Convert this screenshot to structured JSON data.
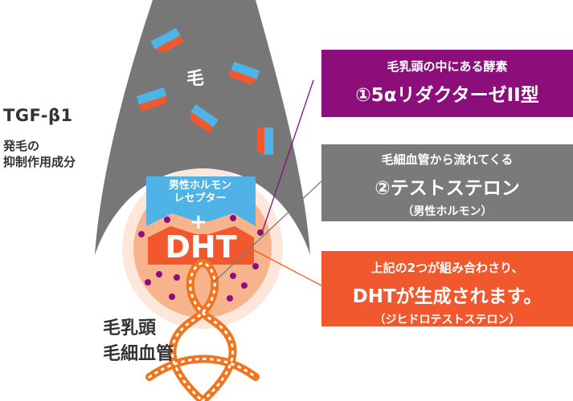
{
  "hair_label": "毛",
  "tgf": {
    "title": "TGF-β1",
    "description_line1": "発毛の",
    "description_line2": "抑制作用成分"
  },
  "papilla": {
    "receptor_line1": "男性ホルモン",
    "receptor_line2": "レセプター",
    "plus": "+",
    "dht": "DHT",
    "label_line1": "毛乳頭",
    "label_line2": "毛細血管"
  },
  "boxes": [
    {
      "line1": "毛乳頭の中にある酵素",
      "line2": "①5αリダクターゼII型",
      "line3": ""
    },
    {
      "line1": "毛細血管から流れてくる",
      "line2": "②テストステロン",
      "line3": "（男性ホルモン）"
    },
    {
      "line1": "上記の2つが組み合わさり、",
      "line2": "DHTが生成されます。",
      "line3": "（ジヒドロテストステロン）"
    }
  ],
  "colors": {
    "hair": "#777777",
    "papilla_inner": "#f7b48c",
    "papilla_ring": "#fde7db",
    "receptor": "#4fb3e8",
    "dht": "#f1582d",
    "enzyme": "#8c0e7b",
    "testosterone": "#7a7a7a",
    "capillary": "#f0751e"
  }
}
